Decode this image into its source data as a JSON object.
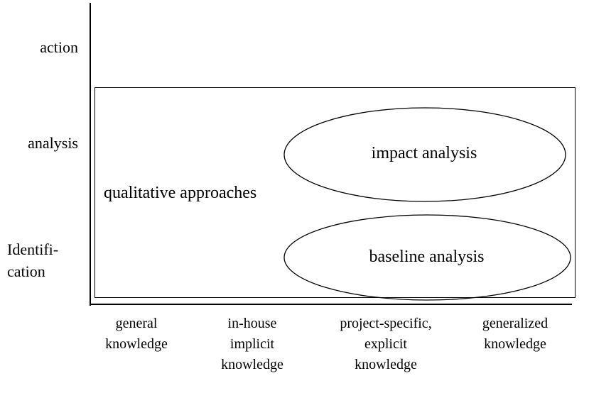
{
  "diagram": {
    "type": "matrix-diagram",
    "background_color": "#ffffff",
    "line_color": "#000000",
    "text_color": "#000000",
    "y_axis": {
      "name": "capability-level",
      "categories": [
        {
          "id": "action",
          "label": "action",
          "align": "right"
        },
        {
          "id": "analysis",
          "label": "analysis",
          "align": "right"
        },
        {
          "id": "identification",
          "label_line1": "Identifi-",
          "label_line2": "cation",
          "align": "left"
        }
      ]
    },
    "x_axis": {
      "name": "knowledge-type",
      "categories": [
        {
          "id": "general",
          "line1": "general",
          "line2": "knowledge",
          "line3": ""
        },
        {
          "id": "in-house",
          "line1": "in-house",
          "line2": "implicit",
          "line3": "knowledge"
        },
        {
          "id": "project-specific",
          "line1": "project-specific,",
          "line2": "explicit",
          "line3": "knowledge"
        },
        {
          "id": "generalized",
          "line1": "generalized",
          "line2": "knowledge",
          "line3": ""
        }
      ]
    },
    "plot_labels": [
      {
        "id": "qualitative-approaches",
        "text": "qualitative approaches"
      }
    ],
    "ellipses": [
      {
        "id": "impact-analysis",
        "label": "impact analysis"
      },
      {
        "id": "baseline-analysis",
        "label": "baseline analysis"
      }
    ]
  },
  "chart_data": {
    "type": "scatter",
    "title": "",
    "xlabel": "",
    "ylabel": "",
    "grid": false,
    "legend": "none",
    "x_categories": [
      "general knowledge",
      "in-house implicit knowledge",
      "project-specific, explicit knowledge",
      "generalized knowledge"
    ],
    "y_categories": [
      "Identification",
      "analysis",
      "action"
    ],
    "annotations": [
      {
        "text": "qualitative approaches",
        "shape": "text",
        "x_span": [
          "general knowledge",
          "in-house implicit knowledge"
        ],
        "y_position": "between Identification and analysis"
      },
      {
        "text": "impact analysis",
        "shape": "ellipse",
        "x_span": [
          "project-specific, explicit knowledge",
          "generalized knowledge"
        ],
        "y_position": "analysis"
      },
      {
        "text": "baseline analysis",
        "shape": "ellipse",
        "x_span": [
          "project-specific, explicit knowledge",
          "generalized knowledge"
        ],
        "y_position": "Identification"
      }
    ]
  }
}
